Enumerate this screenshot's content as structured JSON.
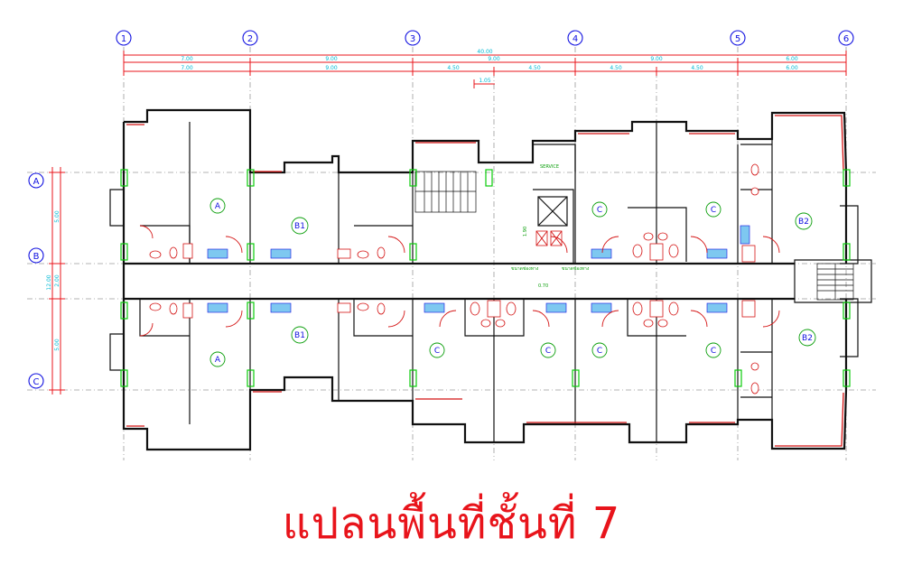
{
  "caption": "แปลนพื้นที่ชั้นที่ 7",
  "grid_columns": [
    "1",
    "2",
    "3",
    "4",
    "5",
    "6"
  ],
  "grid_rows": [
    "A",
    "B",
    "C"
  ],
  "dimensions_top": {
    "overall": "40.00",
    "row1": [
      "7.00",
      "9.00",
      "9.00",
      "9.00",
      "6.00"
    ],
    "row2": [
      "7.00",
      "9.00",
      "4.50",
      "4.50",
      "4.50",
      "4.50",
      "6.00"
    ],
    "small": "1.05"
  },
  "dimensions_left": {
    "overall": "12.00",
    "parts": [
      "5.00",
      "2.00",
      "5.00"
    ]
  },
  "room_labels_top": [
    "A",
    "B1",
    "C",
    "C",
    "B2"
  ],
  "room_labels_bottom": [
    "A",
    "B1",
    "C",
    "C",
    "C",
    "C",
    "B2"
  ],
  "annotations": {
    "service": "SERVICE",
    "small_a": "ขนาดช่องทาง",
    "small_b": "ขนาดช่องทาง",
    "small_c": "0.70",
    "small_d": "1.90"
  },
  "colors": {
    "title": "#e8141b",
    "grid_bubble": "#1010e0",
    "dimension_text": "#00b8d4",
    "dimension_line": "#e8141b",
    "wall": "#111111",
    "column": "#0acc0a"
  }
}
